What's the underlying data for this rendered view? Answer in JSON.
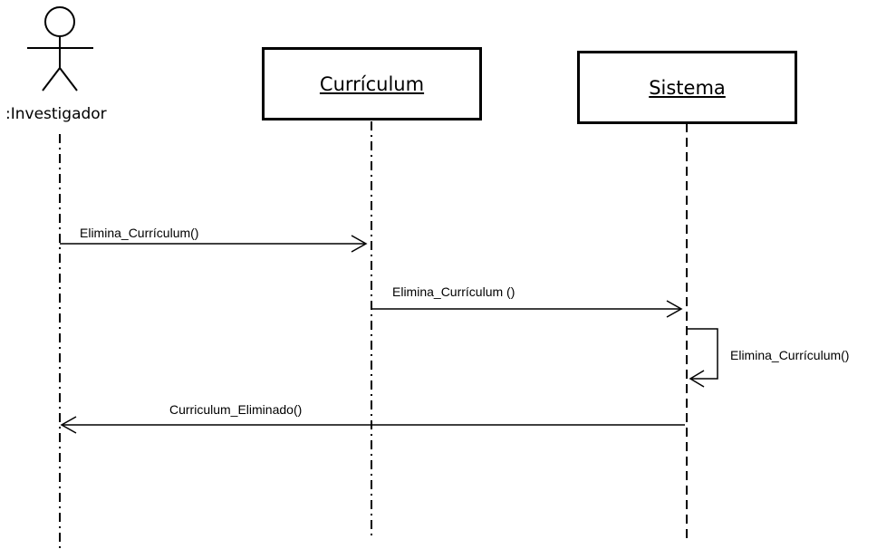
{
  "actor": {
    "label": ":Investigador"
  },
  "objects": {
    "curriculum": {
      "label": "Currículum"
    },
    "sistema": {
      "label": "Sistema"
    }
  },
  "messages": {
    "m1": {
      "label": "Elimina_Currículum()"
    },
    "m2": {
      "label": "Elimina_Currículum ()"
    },
    "m3": {
      "label": "Elimina_Currículum()"
    },
    "m4": {
      "label": "Curriculum_Eliminado()"
    }
  }
}
